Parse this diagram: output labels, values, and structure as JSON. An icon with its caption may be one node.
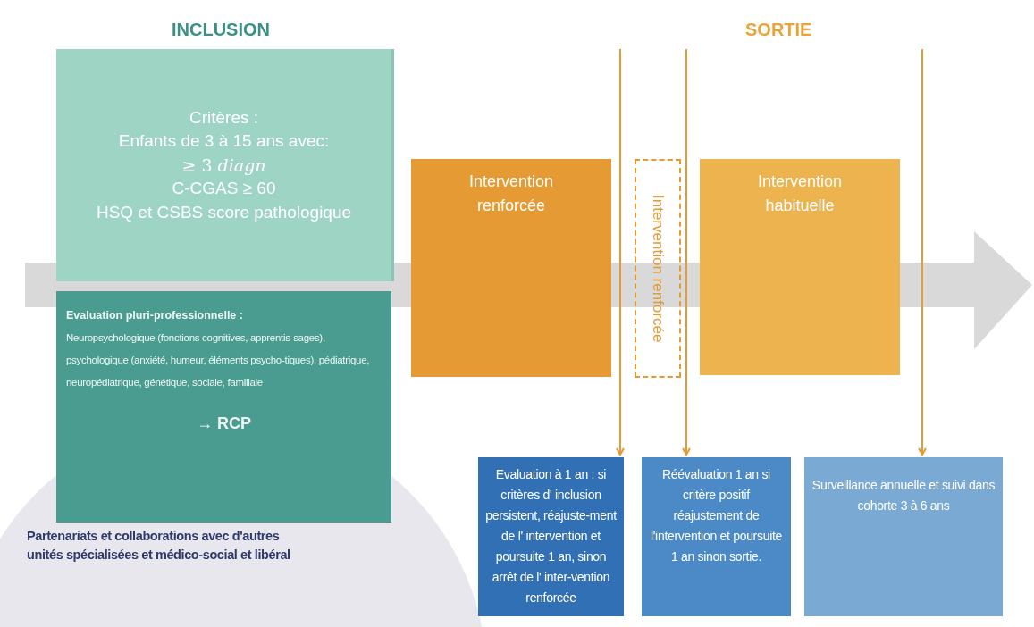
{
  "diagram": {
    "nodes": [
      {
        "text": [
          "Critères :",
          "Enfants de 3 à 15 ans avec:",
          "≥ 3 *diagn*",
          "C-CGAS ≥ 60",
          "HSQ et CSBS score pathologique"
        ]
      },
      {
        "text": [
          "Evaluation pluri-professionnelle :",
          "Neuropsychologique (fonctions cognitives, apprentis-sages), psychologique (anxiété, humeur, éléments psycho-tiques), pédiatrique, neuropédiatrique, génétique, sociale, familiale",
          "→ RCP"
        ]
      },
      {
        "text": [
          "Partenariats et collaborations avec d'autres unités spécialisées et médico-social et libéral"
        ]
      },
      {
        "text": [
          "Intervention renforcée"
        ]
      },
      {
        "text": [
          "Intervention renforcée"
        ]
      },
      {
        "text": [
          "Intervention habituelle"
        ]
      },
      {
        "text": [
          "Evaluation à 1 an : si critères d' inclusion persistent, réajuste-ment de l' intervention et poursuite 1 an, sinon arrêt de l' inter-vention renforcée"
        ]
      },
      {
        "text": [
          "Réévaluation 1 an si critère positif réajustement de l'intervention et poursuite 1 an sinon sortie."
        ]
      },
      {
        "text": [
          "Surveillance annuelle et suivi dans cohorte 3 à 6 ans"
        ]
      }
    ],
    "edges": [
      {
        "from": null,
        "to": 6,
        "arrow": "to"
      },
      {
        "from": null,
        "to": 7,
        "arrow": "to"
      },
      {
        "from": null,
        "to": 8,
        "arrow": "to"
      }
    ],
    "labels": [
      "INCLUSION",
      "SORTIE"
    ]
  }
}
